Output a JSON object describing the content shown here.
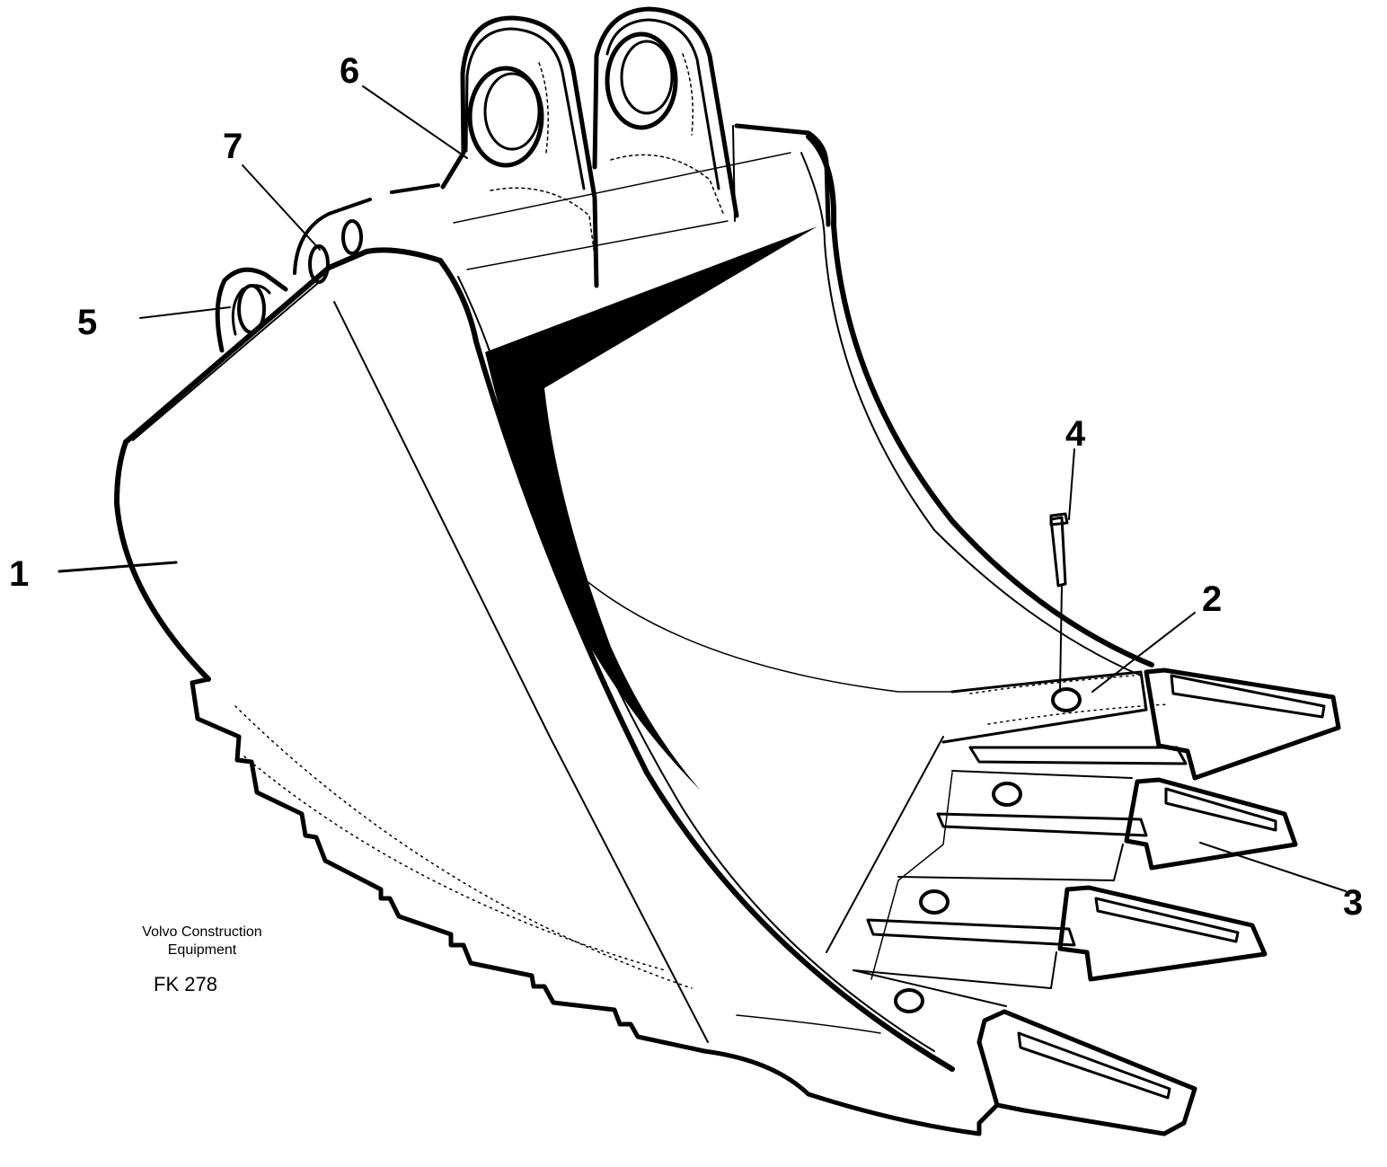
{
  "figure": {
    "caption_line1": "Volvo Construction",
    "caption_line2": "Equipment",
    "figure_code": "FK 278"
  },
  "callouts": [
    {
      "id": "1",
      "label": "1"
    },
    {
      "id": "2",
      "label": "2"
    },
    {
      "id": "3",
      "label": "3"
    },
    {
      "id": "4",
      "label": "4"
    },
    {
      "id": "5",
      "label": "5"
    },
    {
      "id": "6",
      "label": "6"
    },
    {
      "id": "7",
      "label": "7"
    }
  ]
}
